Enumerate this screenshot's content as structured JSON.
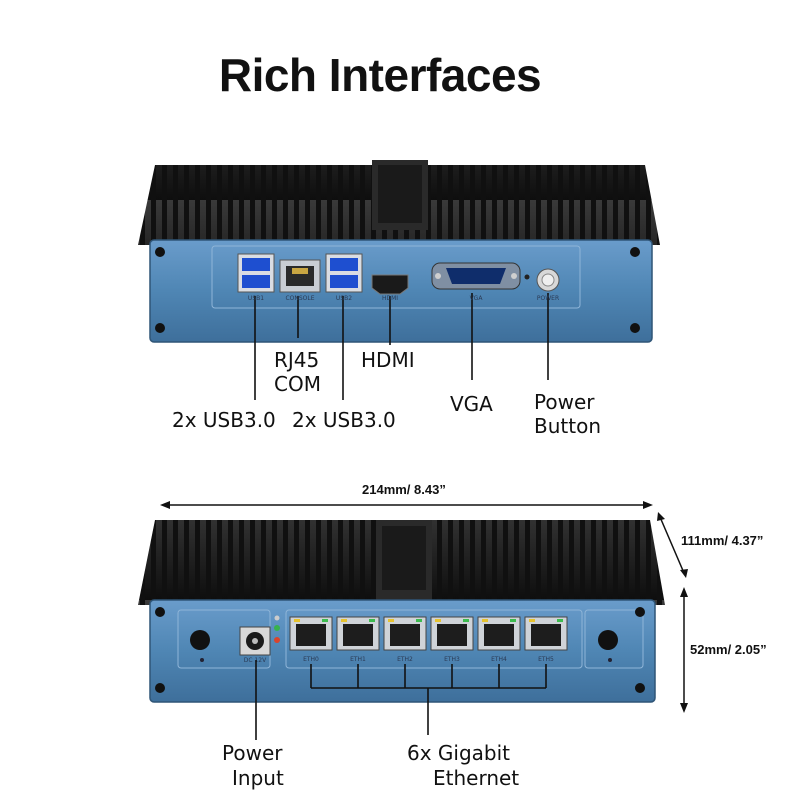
{
  "title": "Rich Interfaces",
  "top_labels": {
    "rj45_line1": "RJ45",
    "rj45_line2": "COM",
    "hdmi": "HDMI",
    "usb_left": "2x USB3.0",
    "usb_right": "2x USB3.0",
    "vga": "VGA",
    "power_button_line1": "Power",
    "power_button_line2": "Button"
  },
  "bottom_labels": {
    "power_input_line1": "Power",
    "power_input_line2": "Input",
    "ethernet_line1": "6x Gigabit",
    "ethernet_line2": "Ethernet"
  },
  "dimensions": {
    "width": "214mm/ 8.43”",
    "depth": "111mm/ 4.37”",
    "height": "52mm/ 2.05”"
  },
  "port_markings": {
    "usb1": "USB1",
    "console": "CONSOLE",
    "usb2": "USB2",
    "hdmi": "HDMI",
    "vga": "VGA",
    "power": "POWER",
    "dc": "DC 12V",
    "eth": [
      "ETH0",
      "ETH1",
      "ETH2",
      "ETH3",
      "ETH4",
      "ETH5"
    ]
  },
  "colors": {
    "panel": "#4f86b4",
    "fins": "#1b1b1b",
    "text": "#111111"
  }
}
